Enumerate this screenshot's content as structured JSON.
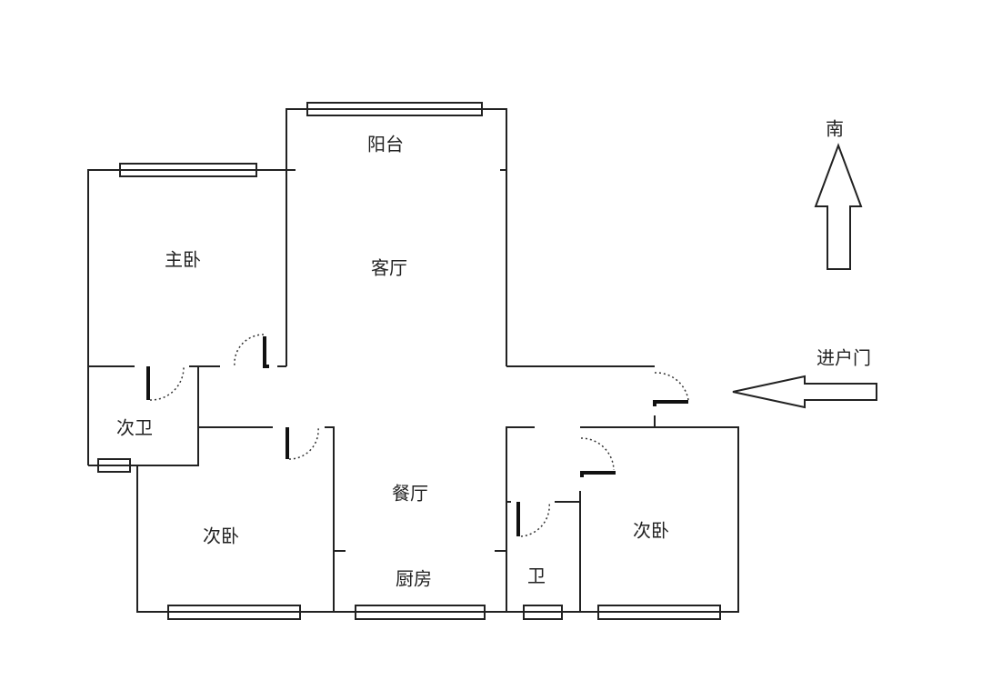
{
  "compass": {
    "label": "南"
  },
  "entrance": {
    "label": "进户门"
  },
  "rooms": {
    "balcony": "阳台",
    "master_bedroom": "主卧",
    "living_room": "客厅",
    "secondary_bathroom": "次卫",
    "dining_room": "餐厅",
    "bedroom_left": "次卧",
    "kitchen": "厨房",
    "bathroom": "卫",
    "bedroom_right": "次卧"
  }
}
